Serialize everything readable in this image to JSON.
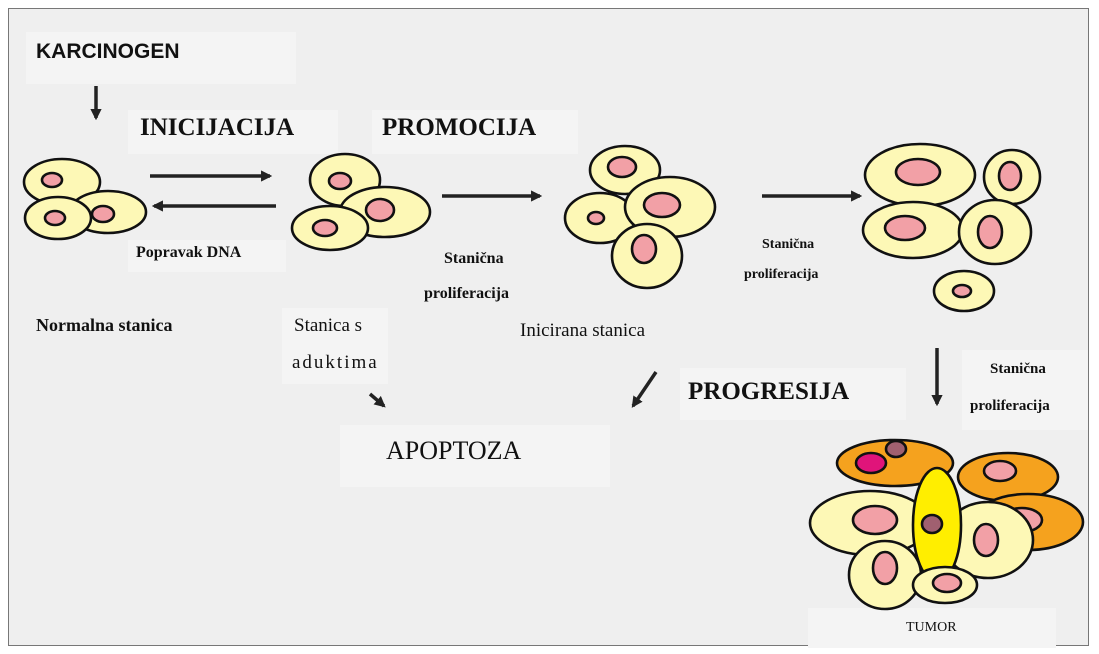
{
  "title": "KARCINOGEN",
  "stages": {
    "initiation": "INICIJACIJA",
    "promotion": "PROMOCIJA",
    "progression": "PROGRESIJA"
  },
  "labels": {
    "dna_repair": "Popravak DNA",
    "cell_proliferation_1a": "Stanična",
    "cell_proliferation_1b": "proliferacija",
    "cell_proliferation_2a": "Stanična",
    "cell_proliferation_2b": "proliferacija",
    "cell_proliferation_3a": "Stanična",
    "cell_proliferation_3b": "proliferacija",
    "normal_cell": "Normalna stanica",
    "adduct_cell_line1": "Stanica s",
    "adduct_cell_line2": "aduktima",
    "initiated_cell": "Inicirana stanica",
    "apoptosis": "APOPTOZA",
    "tumor": "TUMOR"
  },
  "colors": {
    "cytoplasm": "#fdf8b6",
    "nucleus": "#f2a0a6",
    "tumor_orange": "#f5a21e",
    "tumor_yellow": "#ffee00",
    "tumor_magenta": "#e0147a",
    "tumor_brown": "#a06070",
    "frame_bg": "#efefef"
  }
}
